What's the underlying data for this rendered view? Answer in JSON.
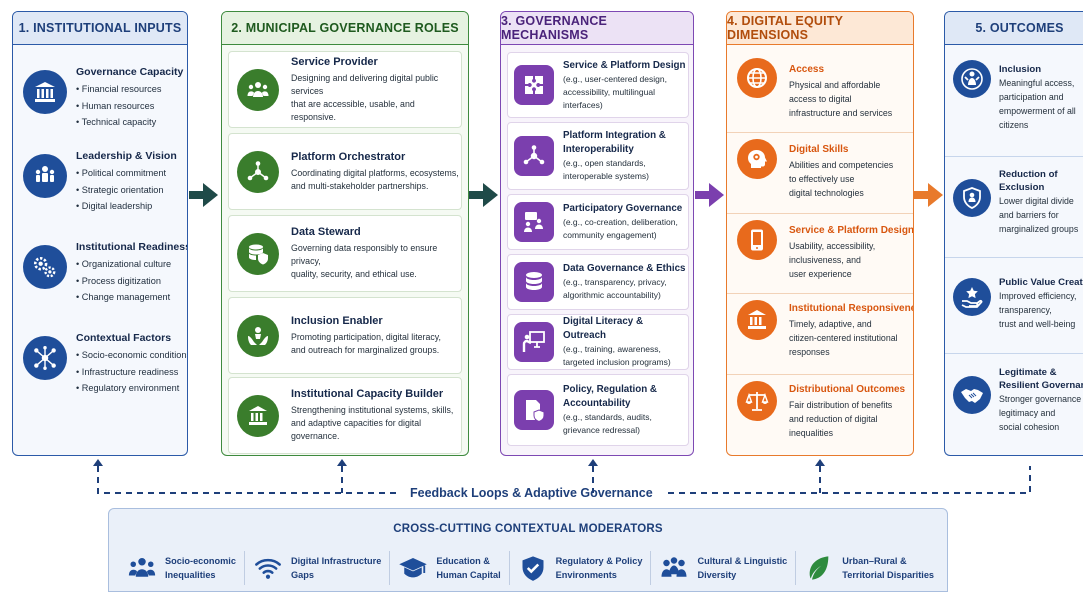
{
  "columns": {
    "inputs": {
      "header": "1. INSTITUTIONAL INPUTS",
      "items": [
        {
          "title": "Governance Capacity",
          "bullets": [
            "Financial resources",
            "Human resources",
            "Technical capacity"
          ],
          "icon": "bank-icon"
        },
        {
          "title": "Leadership & Vision",
          "bullets": [
            "Political commitment",
            "Strategic orientation",
            "Digital leadership"
          ],
          "icon": "team-leader-icon"
        },
        {
          "title": "Institutional Readiness",
          "bullets": [
            "Organizational culture",
            "Process digitization",
            "Change management"
          ],
          "icon": "gears-icon"
        },
        {
          "title": "Contextual Factors",
          "bullets": [
            "Socio-economic conditions",
            "Infrastructure readiness",
            "Regulatory environment"
          ],
          "icon": "network-icon"
        }
      ]
    },
    "roles": {
      "header": "2. MUNICIPAL GOVERNANCE ROLES",
      "items": [
        {
          "title": "Service Provider",
          "desc": [
            "Designing and delivering digital public services",
            "that are accessible, usable, and responsive."
          ],
          "icon": "people-group-icon"
        },
        {
          "title": "Platform Orchestrator",
          "desc": [
            "Coordinating digital platforms, ecosystems,",
            "and multi-stakeholder partnerships."
          ],
          "icon": "hub-nodes-icon"
        },
        {
          "title": "Data Steward",
          "desc": [
            "Governing data responsibly to ensure privacy,",
            "quality, security, and ethical use."
          ],
          "icon": "database-shield-icon"
        },
        {
          "title": "Inclusion Enabler",
          "desc": [
            "Promoting participation, digital literacy,",
            "and outreach for marginalized groups."
          ],
          "icon": "hands-person-icon"
        },
        {
          "title": "Institutional Capacity Builder",
          "desc": [
            "Strengthening institutional systems, skills,",
            "and adaptive capacities for digital governance."
          ],
          "icon": "building-icon"
        }
      ]
    },
    "mechanisms": {
      "header": "3. GOVERNANCE MECHANISMS",
      "items": [
        {
          "title": [
            "Service & Platform Design"
          ],
          "desc": [
            "(e.g., user-centered design,",
            "accessibility, multilingual",
            "interfaces)"
          ],
          "icon": "puzzle-icon"
        },
        {
          "title": [
            "Platform Integration &",
            "Interoperability"
          ],
          "desc": [
            "(e.g., open standards,",
            "interoperable systems)"
          ],
          "icon": "integration-nodes-icon"
        },
        {
          "title": [
            "Participatory Governance"
          ],
          "desc": [
            "(e.g., co-creation, deliberation,",
            "community engagement)"
          ],
          "icon": "meeting-icon"
        },
        {
          "title": [
            "Data Governance & Ethics"
          ],
          "desc": [
            "(e.g., transparency, privacy,",
            "algorithmic accountability)"
          ],
          "icon": "database-icon"
        },
        {
          "title": [
            "Digital Literacy & Outreach"
          ],
          "desc": [
            "(e.g., training, awareness,",
            "targeted inclusion programs)"
          ],
          "icon": "presentation-icon"
        },
        {
          "title": [
            "Policy, Regulation &",
            "Accountability"
          ],
          "desc": [
            "(e.g., standards, audits,",
            "grievance redressal)"
          ],
          "icon": "document-shield-icon"
        }
      ]
    },
    "equity": {
      "header": "4. DIGITAL EQUITY DIMENSIONS",
      "items": [
        {
          "title": "Access",
          "desc": [
            "Physical and affordable",
            "access to digital",
            "infrastructure and services"
          ],
          "icon": "globe-icon"
        },
        {
          "title": "Digital Skills",
          "desc": [
            "Abilities and competencies",
            "to effectively use",
            "digital technologies"
          ],
          "icon": "brain-head-icon"
        },
        {
          "title": "Service & Platform Design",
          "desc": [
            "Usability, accessibility,",
            "inclusiveness, and",
            "user experience"
          ],
          "icon": "mobile-icon"
        },
        {
          "title": "Institutional Responsiveness",
          "desc": [
            "Timely, adaptive, and",
            "citizen-centered institutional",
            "responses"
          ],
          "icon": "institution-icon"
        },
        {
          "title": "Distributional Outcomes",
          "desc": [
            "Fair distribution of benefits",
            "and reduction of digital",
            "inequalities"
          ],
          "icon": "scales-icon"
        }
      ]
    },
    "outcomes": {
      "header": "5. OUTCOMES",
      "items": [
        {
          "title": [
            "Inclusion"
          ],
          "desc": [
            "Meaningful access,",
            "participation and",
            "empowerment of all",
            "citizens"
          ],
          "icon": "inclusion-icon"
        },
        {
          "title": [
            "Reduction of",
            "Exclusion"
          ],
          "desc": [
            "Lower digital divide",
            "and barriers for",
            "marginalized groups"
          ],
          "icon": "person-shield-icon"
        },
        {
          "title": [
            "Public Value Creation"
          ],
          "desc": [
            "Improved efficiency,",
            "transparency,",
            "trust and well-being"
          ],
          "icon": "hand-star-icon"
        },
        {
          "title": [
            "Legitimate &",
            "Resilient Governance"
          ],
          "desc": [
            "Stronger governance",
            "legitimacy and",
            "social cohesion"
          ],
          "icon": "handshake-icon"
        }
      ]
    }
  },
  "feedback_label": "Feedback Loops & Adaptive Governance",
  "moderators": {
    "title": "CROSS-CUTTING CONTEXTUAL MODERATORS",
    "items": [
      {
        "label": [
          "Socio-economic",
          "Inequalities"
        ],
        "icon": "people-group-icon"
      },
      {
        "label": [
          "Digital Infrastructure",
          "Gaps"
        ],
        "icon": "wifi-icon"
      },
      {
        "label": [
          "Education &",
          "Human Capital"
        ],
        "icon": "graduation-cap-icon"
      },
      {
        "label": [
          "Regulatory & Policy",
          "Environments"
        ],
        "icon": "shield-check-icon"
      },
      {
        "label": [
          "Cultural & Linguistic",
          "Diversity"
        ],
        "icon": "diverse-people-icon"
      },
      {
        "label": [
          "Urban–Rural &",
          "Territorial Disparities"
        ],
        "icon": "leaf-icon"
      }
    ]
  },
  "colors": {
    "blue": "#1f4e9a",
    "green": "#3a7d2c",
    "purple": "#7b3fae",
    "orange": "#e86a1c",
    "teal_arrow": "#1f4a48"
  }
}
